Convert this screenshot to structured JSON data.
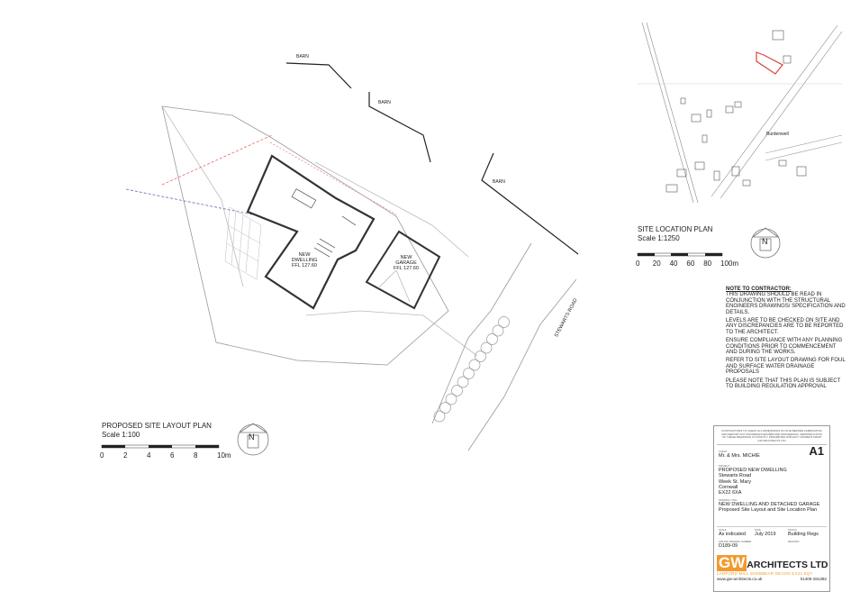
{
  "site_plan": {
    "title": "PROPOSED SITE LAYOUT PLAN",
    "scale": "Scale 1:100",
    "scale_ticks": [
      "0",
      "2",
      "4",
      "6",
      "8",
      "10m"
    ],
    "labels": {
      "barn_1": "BARN",
      "barn_2": "BARN",
      "barn_3": "BARN",
      "dwelling": "NEW\nDWELLING\nFFL 127.60",
      "dwelling_l1": "NEW",
      "dwelling_l2": "DWELLING",
      "dwelling_l3": "FFL 127.60",
      "garage_l1": "NEW",
      "garage_l2": "GARAGE",
      "garage_l3": "FFL 127.60",
      "road": "STEWARTS ROAD"
    },
    "north_label": "N"
  },
  "location_plan": {
    "title": "SITE LOCATION PLAN",
    "scale": "Scale 1:1250",
    "scale_ticks": [
      "0",
      "20",
      "40",
      "60",
      "80",
      "100m"
    ],
    "place": "Burdenwell",
    "north_label": "N",
    "site_color": "#e0403a"
  },
  "notes": {
    "heading": "NOTE TO CONTRACTOR:",
    "paragraphs": [
      "THIS DRAWING SHOULD BE READ IN CONJUNCTION WITH THE STRUCTURAL ENGINEERS DRAWINGS/ SPECIFICATION AND DETAILS.",
      "LEVELS ARE TO BE CHECKED ON SITE AND ANY DISCREPANCIES ARE TO BE REPORTED TO THE ARCHITECT.",
      "ENSURE COMPLIANCE WITH ANY PLANNING CONDITIONS PRIOR TO COMMENCEMENT AND DURING THE WORKS.",
      "REFER TO SITE LAYOUT DRAWING FOR FOUL AND SURFACE WATER DRAINAGE PROPOSALS",
      "PLEASE NOTE THAT THIS PLAN IS SUBJECT TO BUILDING REGULATION APPROVAL"
    ]
  },
  "title_block": {
    "disclaimer": "CONTRACTORS TO CHECK ALL DIMENSIONS ON SITE BEFORE FABRICATING AND REPORT ANY DISCREPANCIES BEFORE PROCEEDING. REPRODUCTION OF THESE DRAWINGS IS STRICTLY PROHIBITED WITHOUT CONSENT FROM GW ARCHITECTS LTD",
    "sheet_size": "A1",
    "client_label": "CLIENT",
    "client": "Mr. & Mrs. MICHIE",
    "project_label": "PROJECT",
    "project_lines": [
      "PROPOSED NEW DWELLING",
      "Stewarts Road",
      "Week St. Mary",
      "Cornwall",
      "EX22 6XA"
    ],
    "drawing_title_label": "DRAWING TITLE",
    "drawing_title_lines": [
      "NEW DWELLING AND DETACHED GARAGE",
      "Proposed Site Layout and Site Location Plan"
    ],
    "scale_label": "SCALE",
    "scale": "As indicated",
    "date_label": "DATE",
    "date": "July 2019",
    "status_label": "STATUS",
    "status": "Building Regs",
    "job_label": "JOB AND DRAWING NUMBER",
    "job": "D189-09",
    "revision_label": "REVISION",
    "firm_logo": "GW",
    "firm_name": "ARCHITECTS LTD",
    "firm_address": "LADFORD MILL  SHEBBEAR  DEVON  EX21 5QY",
    "website": "www.gw-architects.co.uk",
    "phone": "01409 281362",
    "brand_color": "#f29a2e"
  }
}
